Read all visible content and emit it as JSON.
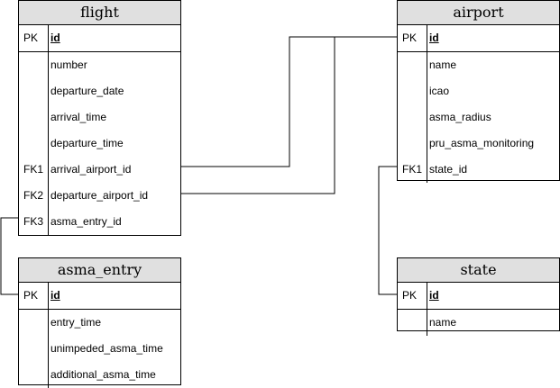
{
  "entities": {
    "flight": {
      "title": "flight",
      "pk": {
        "key": "PK",
        "name": "id"
      },
      "fields": [
        {
          "key": "",
          "name": "number"
        },
        {
          "key": "",
          "name": "departure_date"
        },
        {
          "key": "",
          "name": "arrival_time"
        },
        {
          "key": "",
          "name": "departure_time"
        },
        {
          "key": "FK1",
          "name": "arrival_airport_id"
        },
        {
          "key": "FK2",
          "name": "departure_airport_id"
        },
        {
          "key": "FK3",
          "name": "asma_entry_id"
        }
      ]
    },
    "airport": {
      "title": "airport",
      "pk": {
        "key": "PK",
        "name": "id"
      },
      "fields": [
        {
          "key": "",
          "name": "name"
        },
        {
          "key": "",
          "name": "icao"
        },
        {
          "key": "",
          "name": "asma_radius"
        },
        {
          "key": "",
          "name": "pru_asma_monitoring"
        },
        {
          "key": "FK1",
          "name": "state_id"
        }
      ]
    },
    "asma_entry": {
      "title": "asma_entry",
      "pk": {
        "key": "PK",
        "name": "id"
      },
      "fields": [
        {
          "key": "",
          "name": "entry_time"
        },
        {
          "key": "",
          "name": "unimpeded_asma_time"
        },
        {
          "key": "",
          "name": "additional_asma_time"
        }
      ]
    },
    "state": {
      "title": "state",
      "pk": {
        "key": "PK",
        "name": "id"
      },
      "fields": [
        {
          "key": "",
          "name": "name"
        }
      ]
    }
  }
}
